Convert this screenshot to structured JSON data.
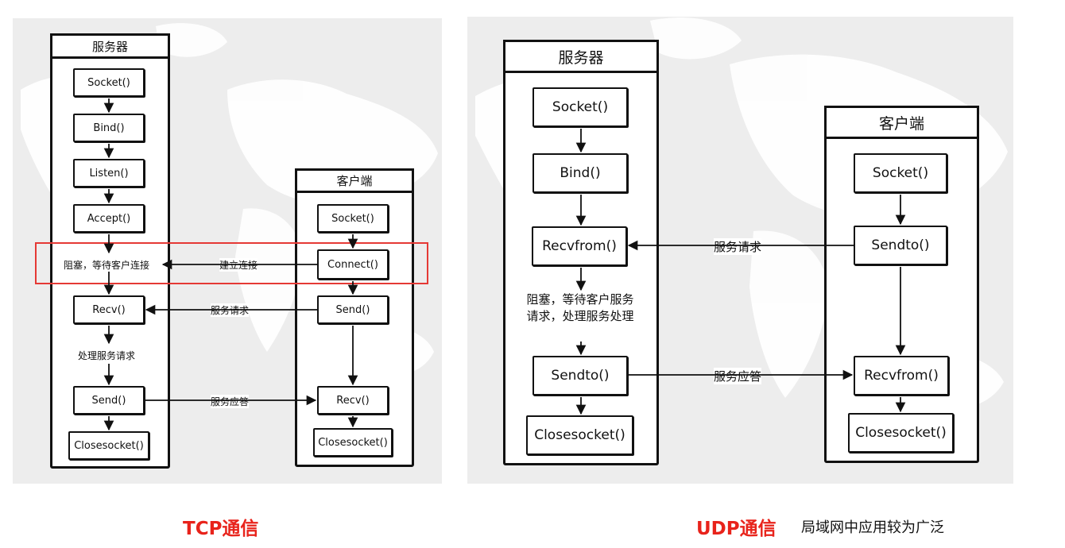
{
  "tcp": {
    "server_title": "服务器",
    "client_title": "客户端",
    "server_boxes": [
      "Socket()",
      "Bind()",
      "Listen()",
      "Accept()",
      "Recv()",
      "Send()",
      "Closesocket()"
    ],
    "client_boxes": [
      "Socket()",
      "Connect()",
      "Send()",
      "Recv()",
      "Closesocket()"
    ],
    "block_note": "阻塞，等待客户连接",
    "process_note": "处理服务请求",
    "edge_connect": "建立连接",
    "edge_request": "服务请求",
    "edge_reply": "服务应答",
    "caption": "TCP通信"
  },
  "udp": {
    "server_title": "服务器",
    "client_title": "客户端",
    "server_boxes": [
      "Socket()",
      "Bind()",
      "Recvfrom()",
      "Sendto()",
      "Closesocket()"
    ],
    "client_boxes": [
      "Socket()",
      "Sendto()",
      "Recvfrom()",
      "Closesocket()"
    ],
    "block_note": "阻塞，等待客户服务请求，处理服务处理",
    "edge_request": "服务请求",
    "edge_reply": "服务应答",
    "caption": "UDP通信",
    "subcaption": "局域网中应用较为广泛"
  }
}
